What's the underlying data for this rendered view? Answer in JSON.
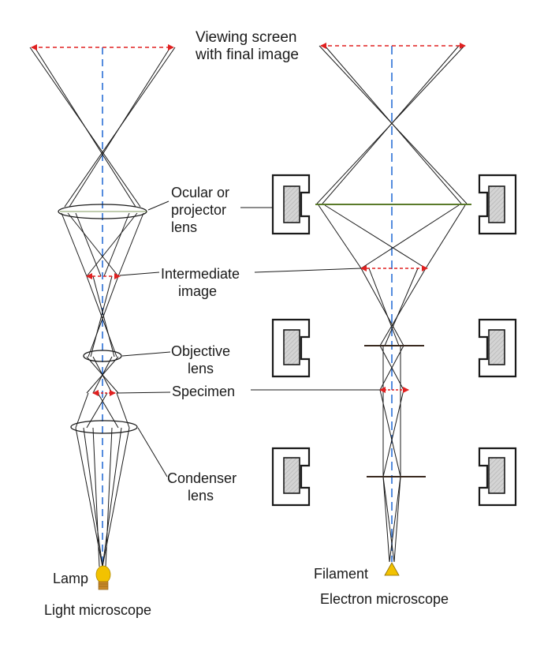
{
  "labels": {
    "viewing_screen_1": "Viewing screen",
    "viewing_screen_2": "with final image",
    "ocular_1": "Ocular or",
    "ocular_2": "projector",
    "ocular_3": "lens",
    "intermediate_1": "Intermediate",
    "intermediate_2": "image",
    "objective_1": "Objective",
    "objective_2": "lens",
    "specimen": "Specimen",
    "condenser_1": "Condenser",
    "condenser_2": "lens",
    "lamp": "Lamp",
    "filament": "Filament",
    "light_microscope": "Light microscope",
    "electron_microscope": "Electron microscope"
  },
  "colors": {
    "ray": "#1a1a1a",
    "axis": "#2b6fd6",
    "image_arrow": "#e02020",
    "magnet_fill": "#cfcfcf",
    "lamp": "#f2c200",
    "filament": "#f2c200",
    "ocular_lens_tint": "#5a7a2a"
  },
  "icons": {
    "lamp": "light-bulb-icon",
    "filament": "triangle-filament-icon",
    "magnetic_lens": "electromagnet-coil-icon"
  }
}
